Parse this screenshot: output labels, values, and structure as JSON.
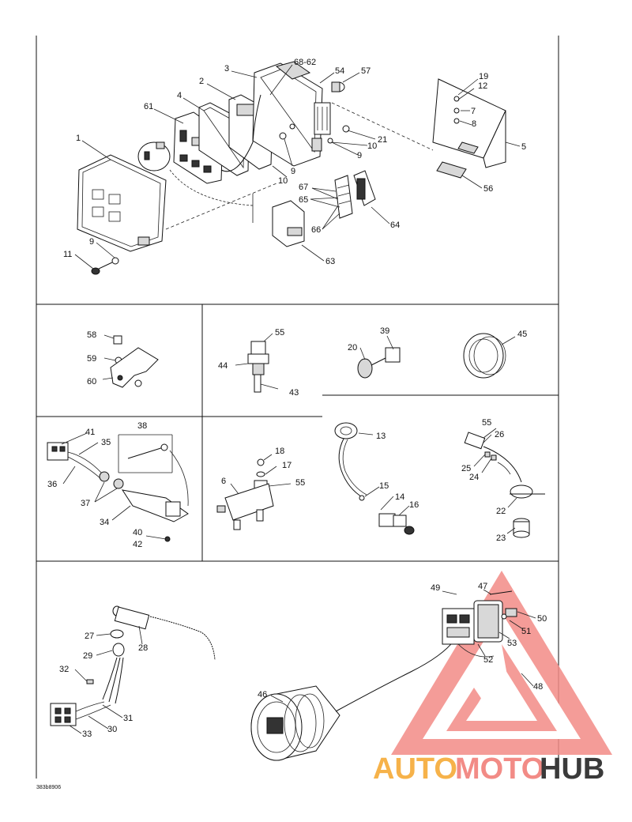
{
  "diagram": {
    "document_code": "383b8906",
    "watermark": {
      "part1": "AUTO",
      "part2": "MOTO",
      "part3": "HUB",
      "color_red": "#f28b86",
      "color_orange": "#f6b24a",
      "color_dark": "#3a3a3a"
    },
    "callouts": {
      "c1": "1",
      "c2": "2",
      "c3": "3",
      "c4": "4",
      "c61": "61",
      "c6862": "68-62",
      "c54": "54",
      "c57": "57",
      "c19": "19",
      "c12": "12",
      "c7": "7",
      "c8": "8",
      "c5": "5",
      "c21": "21",
      "c10a": "10",
      "c9a": "9",
      "c9b": "9",
      "c10b": "10",
      "c56": "56",
      "c67": "67",
      "c65": "65",
      "c66": "66",
      "c64": "64",
      "c63": "63",
      "c9c": "9",
      "c11": "11",
      "c58": "58",
      "c59": "59",
      "c60": "60",
      "c55a": "55",
      "c44": "44",
      "c43": "43",
      "c39": "39",
      "c20": "20",
      "c45": "45",
      "c38": "38",
      "c41": "41",
      "c35": "35",
      "c36": "36",
      "c37": "37",
      "c34": "34",
      "c40": "40",
      "c42": "42",
      "c18": "18",
      "c17": "17",
      "c6": "6",
      "c55b": "55",
      "c13": "13",
      "c15": "15",
      "c14": "14",
      "c16": "16",
      "c55c": "55",
      "c26": "26",
      "c25": "25",
      "c24": "24",
      "c22": "22",
      "c23": "23",
      "c49": "49",
      "c47": "47",
      "c50": "50",
      "c51": "51",
      "c53": "53",
      "c52": "52",
      "c48": "48",
      "c46": "46",
      "c27": "27",
      "c28": "28",
      "c29": "29",
      "c32": "32",
      "c31": "31",
      "c30": "30",
      "c33": "33"
    }
  }
}
